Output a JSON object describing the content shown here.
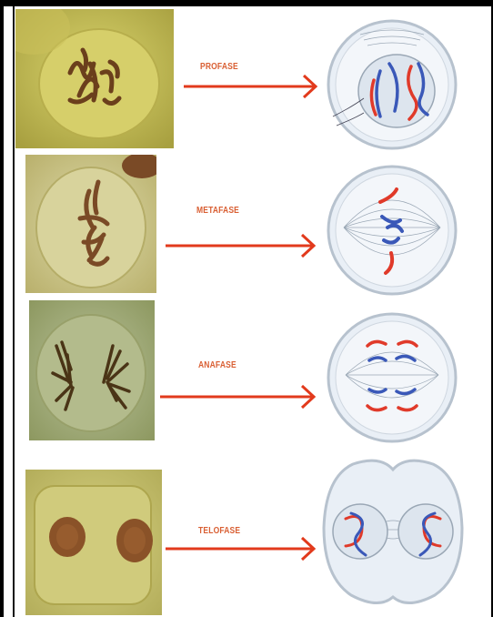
{
  "phases": [
    {
      "label": "PROFASE"
    },
    {
      "label": "METAFASE"
    },
    {
      "label": "ANAFASE"
    },
    {
      "label": "TELOFASE"
    }
  ],
  "colors": {
    "label": "#d95f33",
    "arrow": "#e23a1c",
    "chromosome_red": "#e03a2a",
    "chromosome_blue": "#3a58b8",
    "cell_fill": "#e9eff6",
    "cell_stroke": "#9aa7b5",
    "micro_bg": "#c9c25a",
    "micro_chromosome": "#6b3f1c"
  }
}
